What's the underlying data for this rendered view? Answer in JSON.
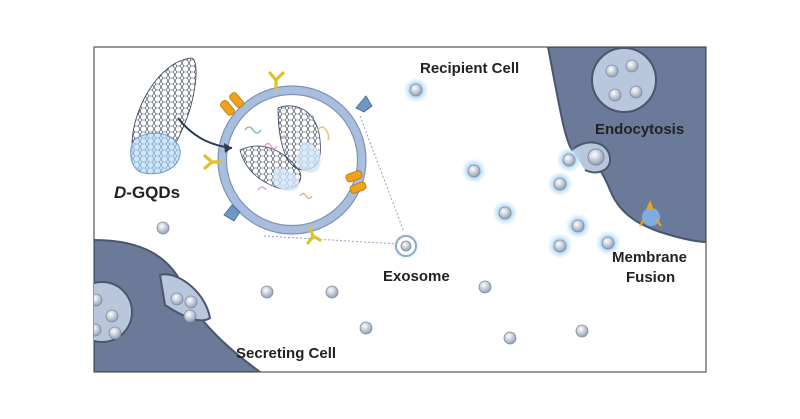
{
  "labels": {
    "recipient_cell": "Recipient Cell",
    "endocytosis": "Endocytosis",
    "membrane_fusion_line1": "Membrane",
    "membrane_fusion_line2": "Fusion",
    "exosome": "Exosome",
    "secreting_cell": "Secreting Cell",
    "dgqds_prefix": "D",
    "dgqds_suffix": "-GQDs"
  },
  "colors": {
    "cell_fill": "#6b7a99",
    "cell_edge": "#4a566e",
    "vesicle_fill": "#b9c7dc",
    "exosome_membrane": "#a9bddc",
    "glow": "#a8d4f5",
    "receptor_orange": "#f0a21a",
    "receptor_yellow": "#f0d23a",
    "receptor_blue": "#6f97c6",
    "frame": "#555555"
  },
  "icons": {
    "exosome": "exosome-vesicle-icon",
    "receptor_orange": "orange-transporter-icon",
    "receptor_yellow": "yellow-y-receptor-icon",
    "receptor_blue": "blue-tetraspanin-icon",
    "dgqd": "graphene-quantum-dot-icon"
  }
}
